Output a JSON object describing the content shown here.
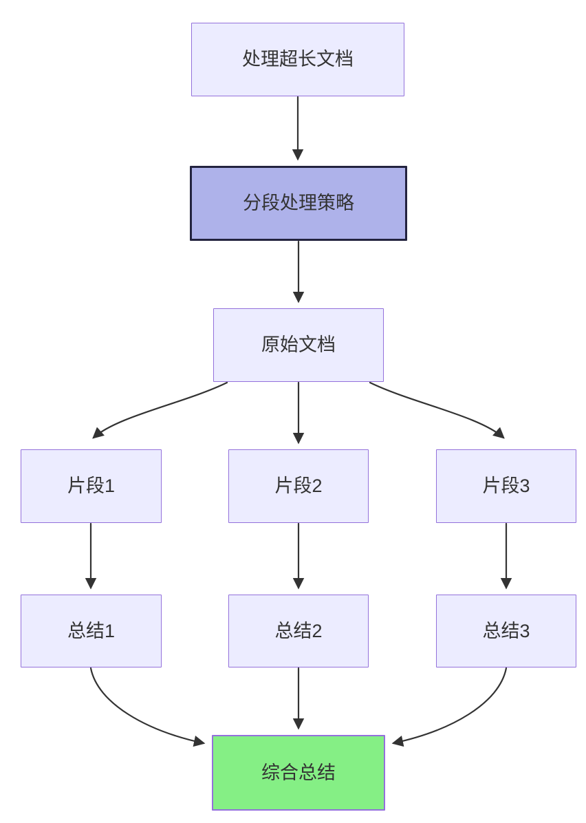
{
  "diagram": {
    "type": "flowchart",
    "direction": "top-down",
    "nodes": {
      "doc_processing": {
        "label": "处理超长文档"
      },
      "strategy": {
        "label": "分段处理策略"
      },
      "original_doc": {
        "label": "原始文档"
      },
      "fragment1": {
        "label": "片段1"
      },
      "fragment2": {
        "label": "片段2"
      },
      "fragment3": {
        "label": "片段3"
      },
      "summary1": {
        "label": "总结1"
      },
      "summary2": {
        "label": "总结2"
      },
      "summary3": {
        "label": "总结3"
      },
      "final_summary": {
        "label": "综合总结"
      }
    },
    "edges": [
      {
        "from": "doc_processing",
        "to": "strategy"
      },
      {
        "from": "strategy",
        "to": "original_doc"
      },
      {
        "from": "original_doc",
        "to": "fragment1"
      },
      {
        "from": "original_doc",
        "to": "fragment2"
      },
      {
        "from": "original_doc",
        "to": "fragment3"
      },
      {
        "from": "fragment1",
        "to": "summary1"
      },
      {
        "from": "fragment2",
        "to": "summary2"
      },
      {
        "from": "fragment3",
        "to": "summary3"
      },
      {
        "from": "summary1",
        "to": "final_summary"
      },
      {
        "from": "summary2",
        "to": "final_summary"
      },
      {
        "from": "summary3",
        "to": "final_summary"
      }
    ],
    "colors": {
      "node_fill": "#ECECFF",
      "node_border": "#9370DB",
      "strategy_fill": "#aeb2ea",
      "strategy_border": "#23233f",
      "final_fill": "#85ef85",
      "final_border": "#9370DB",
      "edge_color": "#333333",
      "text_color": "#333333",
      "background": "#ffffff"
    }
  }
}
